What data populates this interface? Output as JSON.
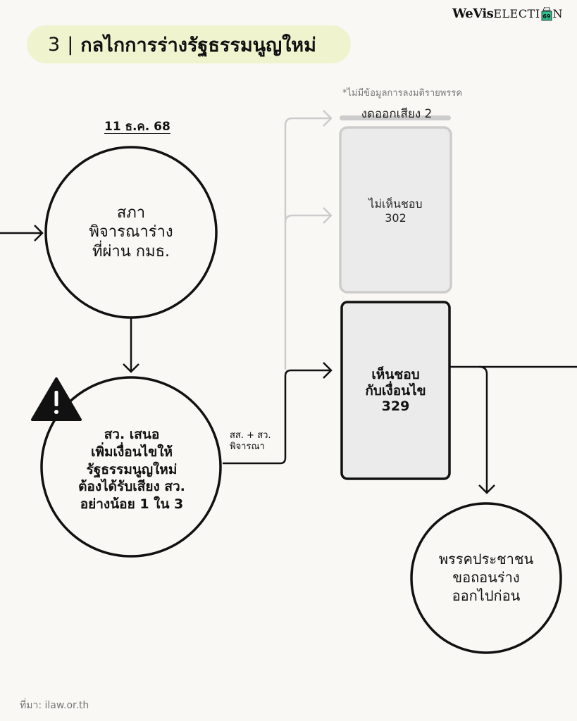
{
  "brand": {
    "name_bold": "WeVis",
    "name_rest_left": "ELECTI",
    "name_rest_right": "N",
    "box_digits": "69",
    "box_color": "#2fbf8f"
  },
  "header": {
    "number": "3",
    "separator": "|",
    "title": "กลไกการร่างรัฐธรรมนูญใหม่",
    "pill_color": "#eff4cf"
  },
  "diagram": {
    "date": "11 ธ.ค. 68",
    "nodes": {
      "parliament": {
        "lines": [
          "สภา",
          "พิจารณาร่าง",
          "ที่ผ่าน กมธ."
        ]
      },
      "senate_proposal": {
        "lines": [
          "สว. เสนอ",
          "เพิ่มเงื่อนไขให้",
          "รัฐธรรมนูญใหม่",
          "ต้องได้รับเสียง สว.",
          "อย่างน้อย 1 ใน 3"
        ],
        "warning_icon": "warning-triangle"
      },
      "people_party": {
        "lines": [
          "พรรคประชาชน",
          "ขอถอนร่าง",
          "ออกไปก่อน"
        ]
      }
    },
    "edge_label": [
      "สส. + สว.",
      "พิจารณา"
    ],
    "note": "*ไม่มีข้อมูลการลงมติรายพรรค",
    "votes": [
      {
        "key": "abstain",
        "label": "งดออกเสียง",
        "value": 2,
        "highlighted": false
      },
      {
        "key": "disagree",
        "label": "ไม่เห็นชอบ",
        "value": 302,
        "highlighted": false
      },
      {
        "key": "agree_conditional",
        "label": "เห็นชอบกับเงื่อนไข",
        "label_lines": [
          "เห็นชอบ",
          "กับเงื่อนไข"
        ],
        "value": 329,
        "highlighted": true
      }
    ],
    "colors": {
      "line": "#111111",
      "muted_line": "#cccccc",
      "box_fill": "#ebebeb"
    }
  },
  "footer": {
    "source": "ที่มา:  ilaw.or.th"
  }
}
